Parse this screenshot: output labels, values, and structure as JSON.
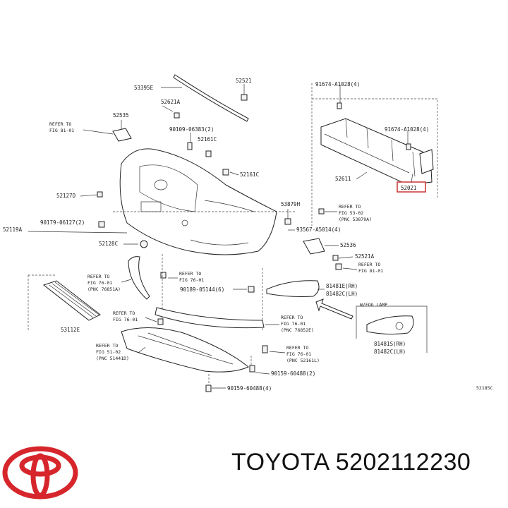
{
  "footer": {
    "brand": "TOYOTA",
    "part_number": "5202112230",
    "logo_color": "#d6262c"
  },
  "diagram": {
    "code": "52185C",
    "labels": {
      "p53395e": "53395E",
      "p52521": "52521",
      "p91674a": "91674-A1028(4)",
      "p91674b": "91674-A1028(4)",
      "p52621a_top": "52621A",
      "p52535": "52535",
      "p90109": "90109-06383(2)",
      "p52161c_a": "52161C",
      "p52161c_b": "52161C",
      "p52611": "52611",
      "p52021": "52021",
      "p52127d": "52127D",
      "p53879h": "53879H",
      "p90179": "90179-06127(2)",
      "p52119a": "52119A",
      "p93567": "93567-A5014(4)",
      "p52128c": "52128C",
      "p52536": "52536",
      "p52521a": "52521A",
      "p81481e": "81481E(RH)",
      "p81482c": "81482C(LH)",
      "p90189": "90189-05144(6)",
      "p53112e": "53112E",
      "p81481s": "81481S(RH)",
      "p81482c2": "81482C(LH)",
      "p90159a": "90159-60488(2)",
      "p90159b": "90159-60488(4)",
      "wfog": "W/FOG LAMP"
    },
    "refs": {
      "r1_a": "REFER TO",
      "r1_b": "FIG 81-01",
      "r2_a": "REFER TO",
      "r2_b": "FIG 53-02",
      "r2_c": "(PNC 53879A)",
      "r3_a": "REFER TO",
      "r3_b": "FIG 81-01",
      "r4_a": "REFER TO",
      "r4_b": "FIG 76-01",
      "r4_c": "(PNC 76851A)",
      "r5_a": "REFER TO",
      "r5_b": "FIG 76-01",
      "r6_a": "REFER TO",
      "r6_b": "FIG 76-01",
      "r7_a": "REFER TO",
      "r7_b": "FIG 76-01",
      "r7_c": "(PNC 76852E)",
      "r8_a": "REFER TO",
      "r8_b": "FIG 51-02",
      "r8_c": "(PNC 51441D)",
      "r9_a": "REFER TO",
      "r9_b": "FIG 76-01",
      "r9_c": "(PNC 52161L)"
    }
  }
}
